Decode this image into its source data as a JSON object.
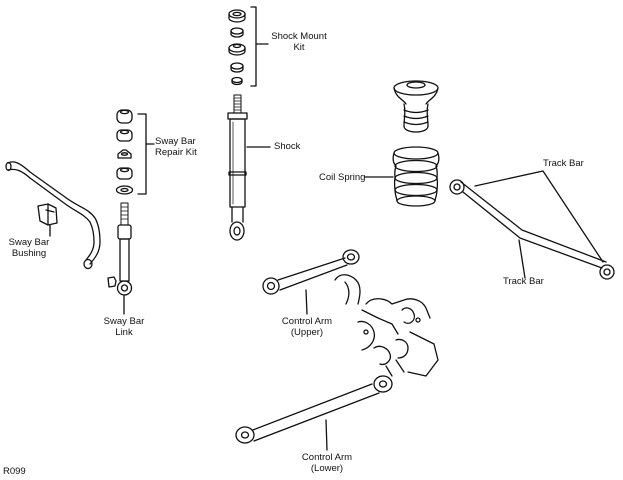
{
  "labels": {
    "shock_mount_kit": [
      "Shock Mount",
      "Kit"
    ],
    "shock": "Shock",
    "sway_bar_repair_kit": [
      "Sway Bar",
      "Repair Kit"
    ],
    "coil_spring": "Coil Spring",
    "track_bar_top": "Track Bar",
    "track_bar_bottom": "Track Bar",
    "sway_bar_bushing": [
      "Sway Bar",
      "Bushing"
    ],
    "sway_bar_link": [
      "Sway Bar",
      "Link"
    ],
    "control_arm_upper": [
      "Control Arm",
      "(Upper)"
    ],
    "control_arm_lower": [
      "Control Arm",
      "(Lower)"
    ],
    "figure_code": "R099"
  },
  "colors": {
    "line": "#111111",
    "background": "#ffffff"
  }
}
